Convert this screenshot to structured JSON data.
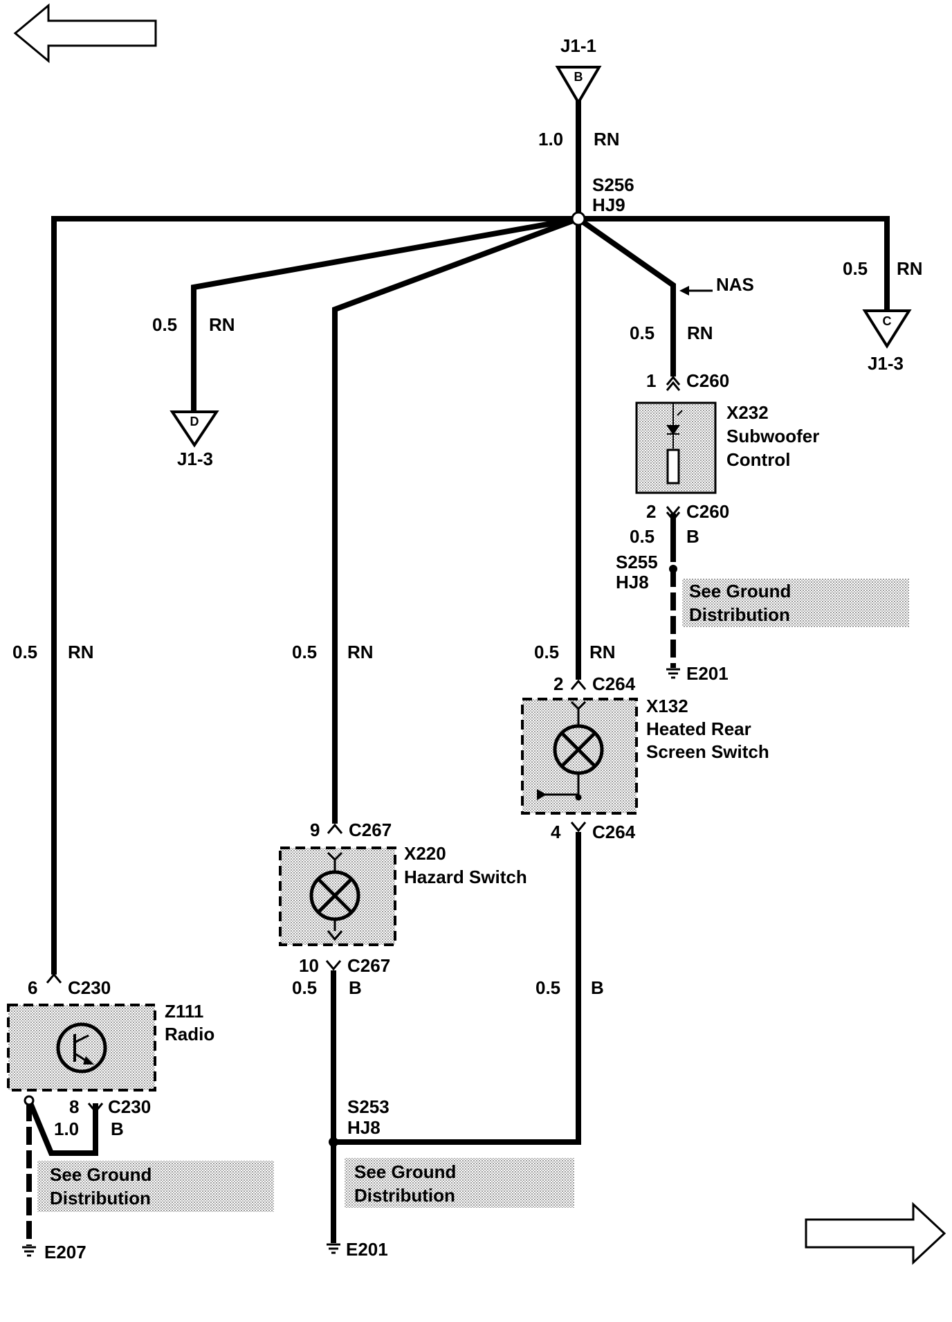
{
  "colors": {
    "line": "#000000",
    "shade": "#c4c4c4",
    "background": "#ffffff"
  },
  "icons": [
    "left-arrow-icon",
    "right-arrow-icon",
    "lamp-icon",
    "transistor-icon",
    "ground-icon",
    "fuse-icon"
  ],
  "source": {
    "name": "J1-1",
    "letter": "B",
    "gauge": "1.0",
    "color": "RN"
  },
  "splice_top": {
    "id": "S256",
    "loc": "HJ9"
  },
  "branch_right": {
    "gauge": "0.5",
    "color": "RN",
    "letter": "C",
    "dest": "J1-3"
  },
  "branch_left": {
    "gauge": "0.5",
    "color": "RN",
    "letter": "D",
    "dest": "J1-3"
  },
  "subwoofer": {
    "nas": "NAS",
    "gauge_in": "0.5",
    "color_in": "RN",
    "pin_in": "1",
    "conn": "C260",
    "pin_out": "2",
    "ref": "X232",
    "line1": "Subwoofer",
    "line2": "Control",
    "gauge_out": "0.5",
    "color_out": "B",
    "splice": "S255",
    "splice_loc": "HJ8",
    "note1": "See Ground",
    "note2": "Distribution",
    "ground": "E201"
  },
  "radio": {
    "gauge_in": "0.5",
    "color_in": "RN",
    "pin_in": "6",
    "conn": "C230",
    "ref": "Z111",
    "name": "Radio",
    "pin_out": "8",
    "gauge_out": "1.0",
    "color_out": "B",
    "note1": "See Ground",
    "note2": "Distribution",
    "ground": "E207"
  },
  "hazard": {
    "gauge_in": "0.5",
    "color_in": "RN",
    "pin_in": "9",
    "conn": "C267",
    "ref": "X220",
    "name": "Hazard Switch",
    "pin_out": "10",
    "gauge_out": "0.5",
    "color_out": "B"
  },
  "heated": {
    "gauge_in": "0.5",
    "color_in": "RN",
    "pin_in": "2",
    "conn": "C264",
    "ref": "X132",
    "line1": "Heated Rear",
    "line2": "Screen Switch",
    "pin_out": "4",
    "gauge_out": "0.5",
    "color_out": "B"
  },
  "splice_bottom": {
    "id": "S253",
    "loc": "HJ8",
    "note1": "See Ground",
    "note2": "Distribution",
    "ground": "E201"
  }
}
